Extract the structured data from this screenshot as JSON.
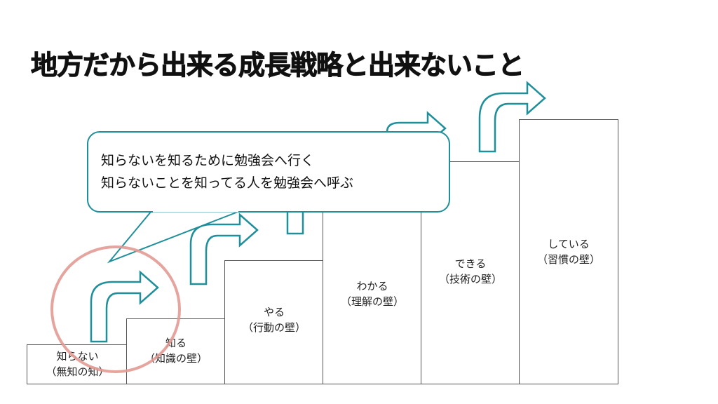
{
  "slide": {
    "title": "地方だから出来る成長戦略と出来ないこと"
  },
  "steps": [
    {
      "line1": "知らない",
      "line2": "（無知の知）"
    },
    {
      "line1": "知る",
      "line2": "（知識の壁）"
    },
    {
      "line1": "やる",
      "line2": "（行動の壁）"
    },
    {
      "line1": "わかる",
      "line2": "（理解の壁）"
    },
    {
      "line1": "できる",
      "line2": "（技術の壁）"
    },
    {
      "line1": "している",
      "line2": "（習慣の壁）"
    }
  ],
  "callout": {
    "line1": "知らないを知るために勉強会へ行く",
    "line2": "知らないことを知ってる人を勉強会へ呼ぶ"
  },
  "colors": {
    "arrow_stroke": "#1f8f9a",
    "bubble_border": "#1f8f9a",
    "highlight_circle": "#e29a92",
    "step_border": "#555555"
  },
  "icons": {
    "step_arrow": "curved-up-right-arrow-icon"
  }
}
